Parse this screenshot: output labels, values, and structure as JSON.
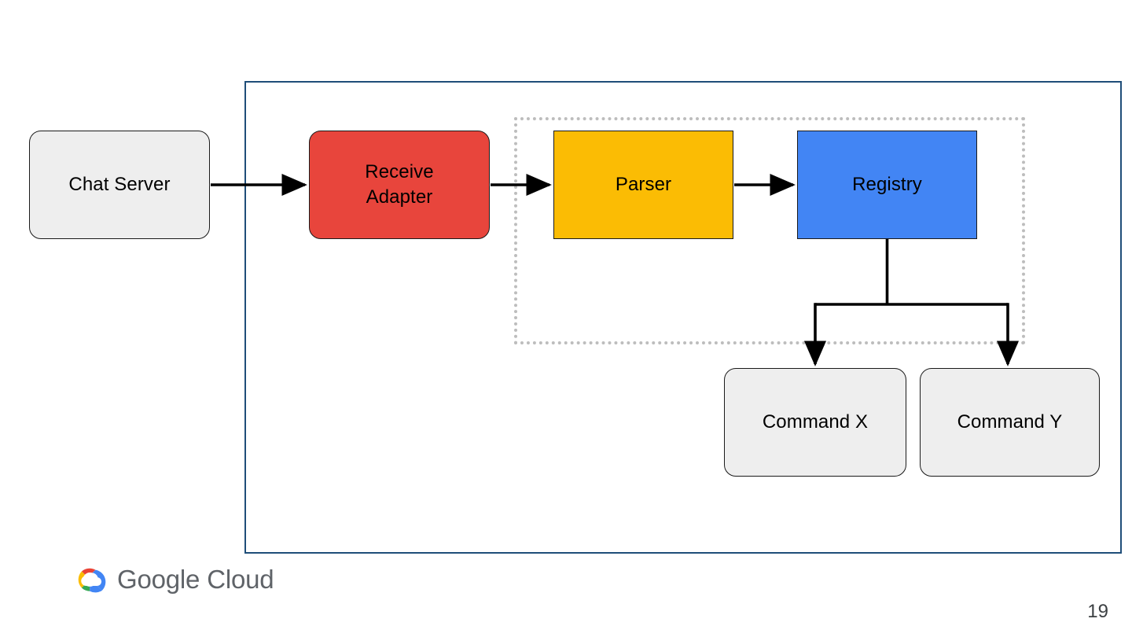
{
  "slide": {
    "page_number": "19",
    "background_color": "#ffffff"
  },
  "brand": {
    "name_part1": "Google",
    "name_part2": "Cloud",
    "logo_icon": "google-cloud-logo-icon",
    "wordmark_color": "#5f6368",
    "logo_colors": {
      "red": "#ea4335",
      "yellow": "#fbbc04",
      "green": "#34a853",
      "blue": "#4285f4"
    }
  },
  "diagram": {
    "type": "flowchart",
    "container": {
      "label": "",
      "border_color": "#1f4e79"
    },
    "group": {
      "label": "",
      "border_color": "#bdbdbd",
      "border_style": "dotted"
    },
    "nodes": [
      {
        "id": "chat-server",
        "label": "Chat Server",
        "fill": "#eeeeee",
        "shape": "rounded-rect"
      },
      {
        "id": "receive-adapter",
        "label": "Receive\nAdapter",
        "fill": "#e8453c",
        "shape": "rounded-rect"
      },
      {
        "id": "parser",
        "label": "Parser",
        "fill": "#fbbc04",
        "shape": "rect"
      },
      {
        "id": "registry",
        "label": "Registry",
        "fill": "#4285f4",
        "shape": "rect"
      },
      {
        "id": "command-x",
        "label": "Command X",
        "fill": "#eeeeee",
        "shape": "rounded-rect"
      },
      {
        "id": "command-y",
        "label": "Command Y",
        "fill": "#eeeeee",
        "shape": "rounded-rect"
      }
    ],
    "edges": [
      {
        "from": "chat-server",
        "to": "receive-adapter",
        "style": "arrow"
      },
      {
        "from": "receive-adapter",
        "to": "parser",
        "style": "arrow"
      },
      {
        "from": "parser",
        "to": "registry",
        "style": "arrow"
      },
      {
        "from": "registry",
        "to": "command-x",
        "style": "arrow-elbow"
      },
      {
        "from": "registry",
        "to": "command-y",
        "style": "arrow-elbow"
      }
    ],
    "edge_color": "#000000"
  }
}
